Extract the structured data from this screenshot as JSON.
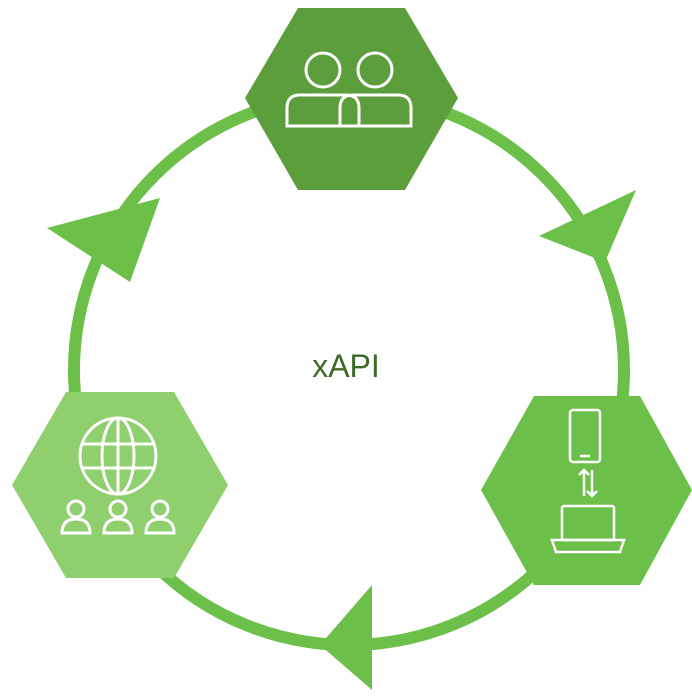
{
  "center_label": "xAPI",
  "colors": {
    "ring": "#6cc04a",
    "hex_top": "#5c9e3c",
    "hex_right": "#6cc04a",
    "hex_left": "#8fcf6e",
    "icon_stroke": "#ffffff",
    "label": "#3b6b25"
  },
  "nodes": [
    {
      "name": "top-hexagon",
      "icon": "people-pair-icon"
    },
    {
      "name": "right-hexagon",
      "icon": "phone-laptop-sync-icon"
    },
    {
      "name": "left-hexagon",
      "icon": "globe-community-icon"
    }
  ],
  "flow_direction": "clockwise"
}
